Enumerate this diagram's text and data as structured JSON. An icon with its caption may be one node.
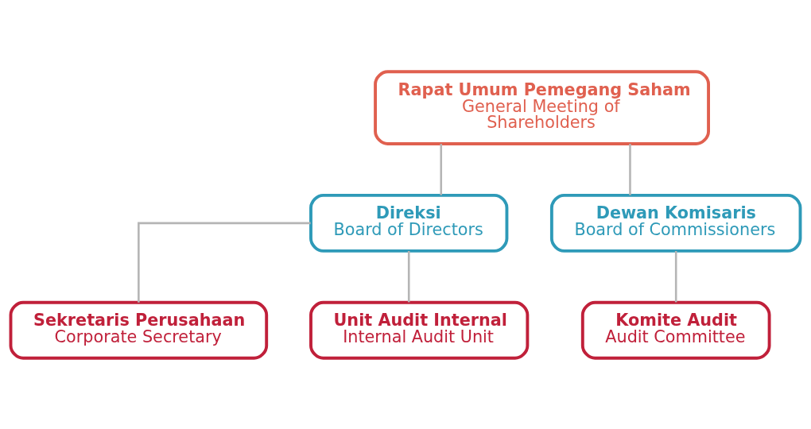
{
  "diagram": {
    "nodes": [
      {
        "text": [
          "Rapat Umum Pemegang Saham",
          "General Meeting of Shareholders"
        ]
      },
      {
        "text": [
          "Direksi",
          "Board of Directors"
        ]
      },
      {
        "text": [
          "Dewan Komisaris",
          "Board of Commissioners"
        ]
      },
      {
        "text": [
          "Sekretaris Perusahaan",
          "Corporate Secretary"
        ]
      },
      {
        "text": [
          "Unit Audit Internal",
          "Internal Audit Unit"
        ]
      },
      {
        "text": [
          "Komite Audit",
          "Audit Committee"
        ]
      }
    ],
    "edges": [
      {
        "from": 0,
        "to": 1,
        "arrow": "none"
      },
      {
        "from": 0,
        "to": 2,
        "arrow": "none"
      },
      {
        "from": 1,
        "to": 3,
        "arrow": "none"
      },
      {
        "from": 1,
        "to": 4,
        "arrow": "none"
      },
      {
        "from": 2,
        "to": 5,
        "arrow": "none"
      }
    ]
  }
}
